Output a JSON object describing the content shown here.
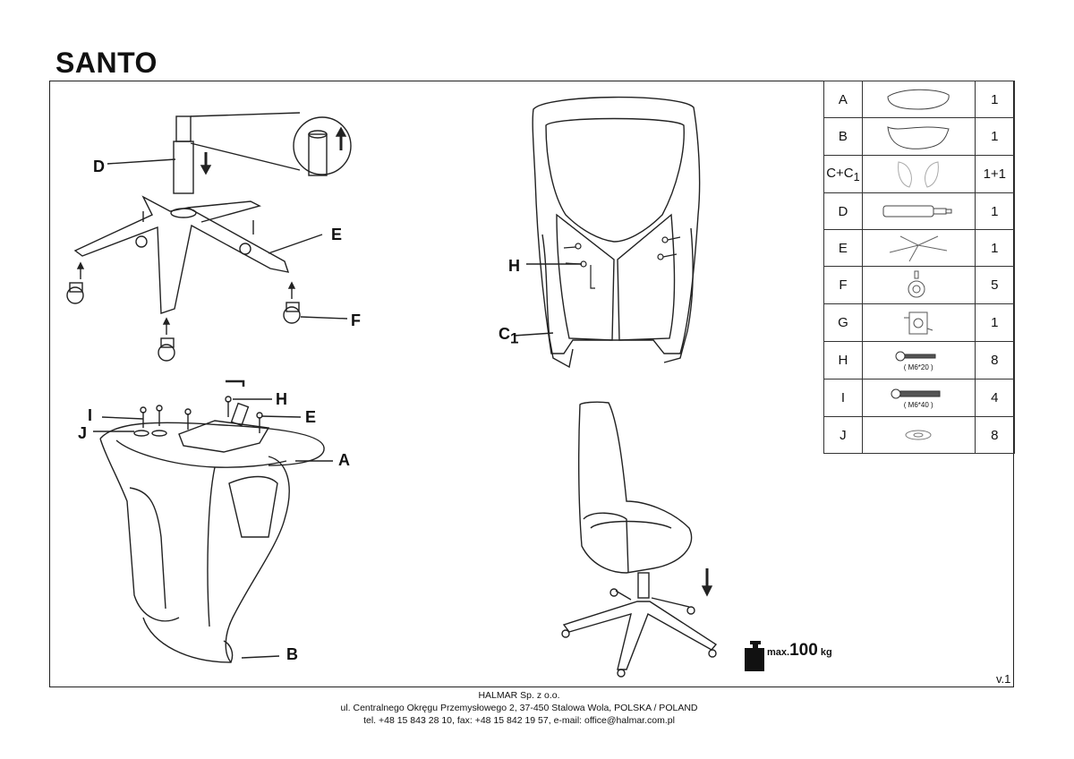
{
  "title": "SANTO",
  "callouts": {
    "d": "D",
    "e_top": "E",
    "f": "F",
    "h_top": "H",
    "c1_main": "C",
    "c1_sub": "1",
    "i": "I",
    "j": "J",
    "h_bottom": "H",
    "e_bottom": "E",
    "a": "A",
    "b": "B"
  },
  "parts": [
    {
      "code": "A",
      "qty": "1",
      "icon": "seat-cushion-icon"
    },
    {
      "code": "B",
      "qty": "1",
      "icon": "seat-base-icon"
    },
    {
      "code_main": "C+C",
      "code_sub": "1",
      "qty": "1+1",
      "icon": "armrests-icon"
    },
    {
      "code": "D",
      "qty": "1",
      "icon": "gas-lift-icon"
    },
    {
      "code": "E",
      "qty": "1",
      "icon": "star-base-icon"
    },
    {
      "code": "F",
      "qty": "5",
      "icon": "caster-icon"
    },
    {
      "code": "G",
      "qty": "1",
      "icon": "mechanism-icon"
    },
    {
      "code": "H",
      "qty": "8",
      "icon": "bolt-icon",
      "spec": "( M6*20 )"
    },
    {
      "code": "I",
      "qty": "4",
      "icon": "bolt-icon",
      "spec": "( M6*40 )"
    },
    {
      "code": "J",
      "qty": "8",
      "icon": "washer-icon"
    }
  ],
  "weight": {
    "prefix": "max.",
    "value": "100",
    "unit": "kg"
  },
  "version": "v.1",
  "footer": {
    "company": "HALMAR Sp. z o.o.",
    "address": "ul. Centralnego Okręgu Przemysłowego 2, 37-450 Stalowa Wola, POLSKA / POLAND",
    "contact": "tel. +48 15 843 28 10, fax: +48 15 842 19 57, e-mail: office@halmar.com.pl"
  }
}
